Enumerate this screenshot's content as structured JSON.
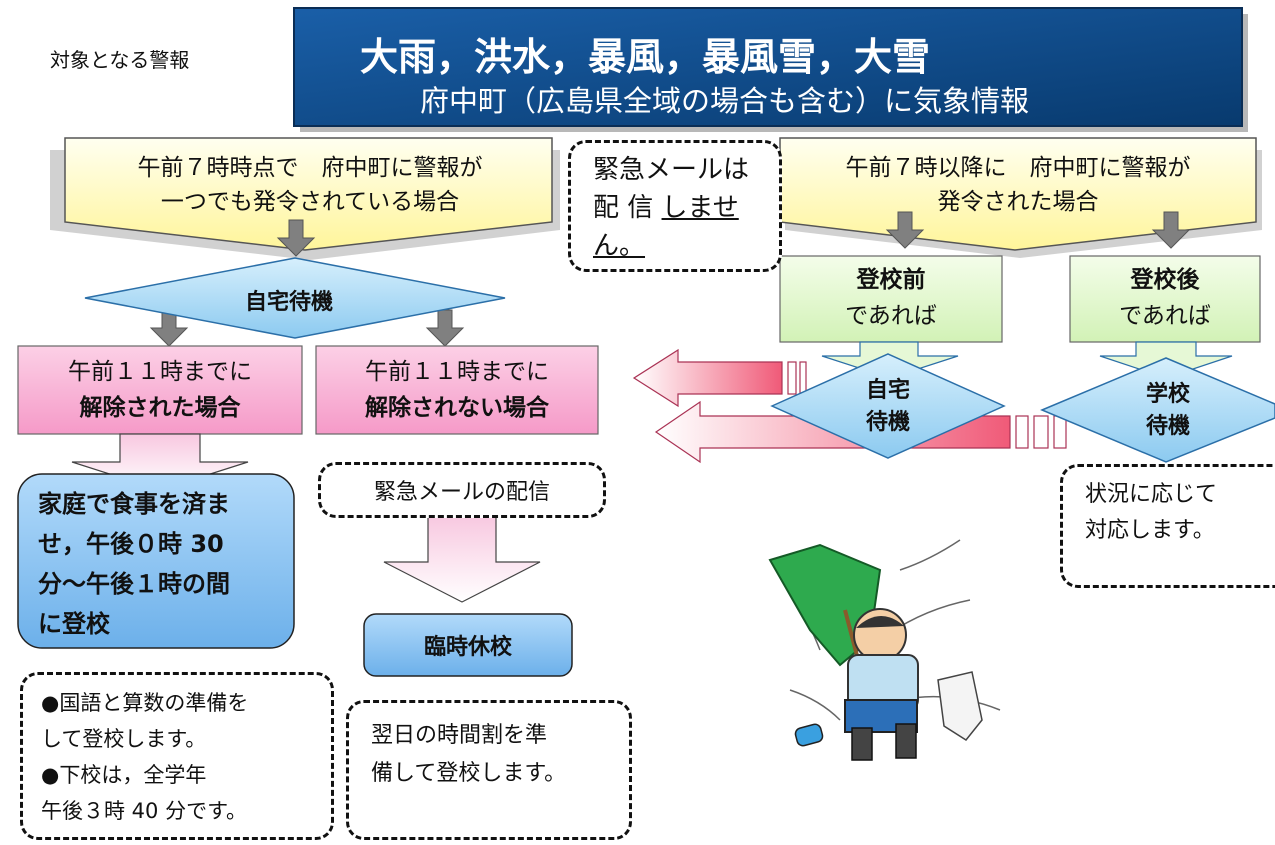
{
  "label_target": "対象となる警報",
  "header": {
    "line1": "大雨，洪水，暴風，暴風雪，大雪",
    "line2": "府中町（広島県全域の場合も含む）に気象情報"
  },
  "left_case": {
    "line1": "午前７時時点で　府中町に警報が",
    "line2": "一つでも発令されている場合"
  },
  "right_case": {
    "line1": "午前７時以降に　府中町に警報が",
    "line2": "発令された場合"
  },
  "no_mail": {
    "line1": "緊急メールは",
    "line2_plain": "配 信 ",
    "line2_under": "しませ",
    "line3": "ん。"
  },
  "home_wait": "自宅待機",
  "released": {
    "line1": "午前１１時までに",
    "line2": "解除された場合"
  },
  "not_released": {
    "line1": "午前１１時までに",
    "line2": "解除されない場合"
  },
  "eat_home": {
    "line1": "家庭で食事を済ま",
    "line2": "せ，午後０時 30",
    "line3": "分～午後１時の間",
    "line4": "に登校"
  },
  "emergency_mail": "緊急メールの配信",
  "closure": "臨時休校",
  "prep_note": {
    "line1": "●国語と算数の準備を",
    "line2": "して登校します。",
    "line3": "●下校は，全学年",
    "line4": "午後３時 40 分です。"
  },
  "next_day_note": {
    "line1": "翌日の時間割を準",
    "line2": "備して登校します。"
  },
  "before_school": {
    "line1": "登校前",
    "line2": "であれば"
  },
  "after_school": {
    "line1": "登校後",
    "line2": "であれば"
  },
  "home_standby": {
    "line1": "自宅",
    "line2": "待機"
  },
  "school_standby": {
    "line1": "学校",
    "line2": "待機"
  },
  "situation_note": {
    "line1": "状況に応じて",
    "line2": "対応します。"
  },
  "colors": {
    "header_blue": "#0d4c8f",
    "yellow": "#ffffb8",
    "diamond_blue": "#a8d8f4",
    "pink": "#fbb8d8",
    "green": "#e6f8d6",
    "rounded_blue": "#84bff0",
    "gray_arrow": "#808080"
  }
}
